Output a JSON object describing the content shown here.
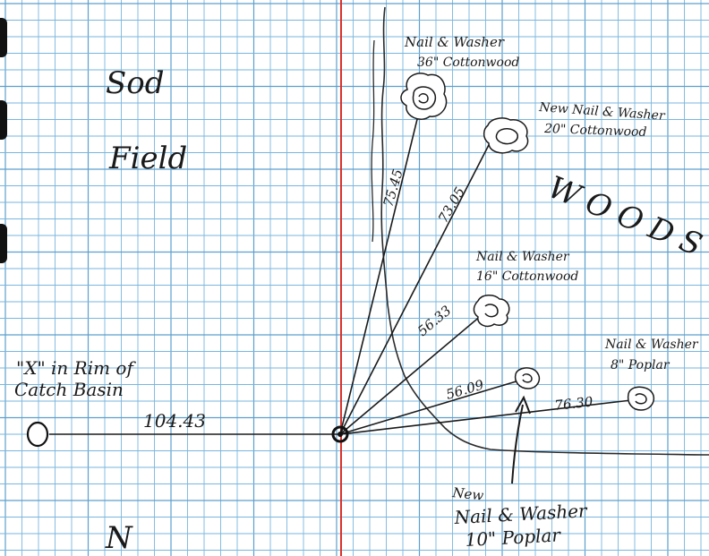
{
  "colors": {
    "paper": "#ffffff",
    "grid": "#79b6dd",
    "grid_major": "#5e9fcc",
    "margin_line": "#d9312b",
    "ink": "#1a1a1a"
  },
  "labels": {
    "sod": "Sod",
    "field": "Field",
    "woods": "WOODS",
    "north": "N",
    "catch_basin_line1": "\"X\" in Rim of",
    "catch_basin_line2": "Catch Basin",
    "tree1_line1": "Nail & Washer",
    "tree1_line2": "36\" Cottonwood",
    "tree2_line1": "New Nail & Washer",
    "tree2_line2": "20\" Cottonwood",
    "tree3_line1": "Nail & Washer",
    "tree3_line2": "16\" Cottonwood",
    "tree4_line1": "Nail & Washer",
    "tree4_line2": "8\" Poplar",
    "tree5_line1": "New",
    "tree5_line2": "Nail & Washer",
    "tree5_line3": "10\" Poplar"
  },
  "measurements": {
    "catch_basin": "104.43",
    "tree1": "75.45",
    "tree2": "73.05",
    "tree3": "56.33",
    "tree4": "76.30",
    "tree5": "56.09"
  }
}
